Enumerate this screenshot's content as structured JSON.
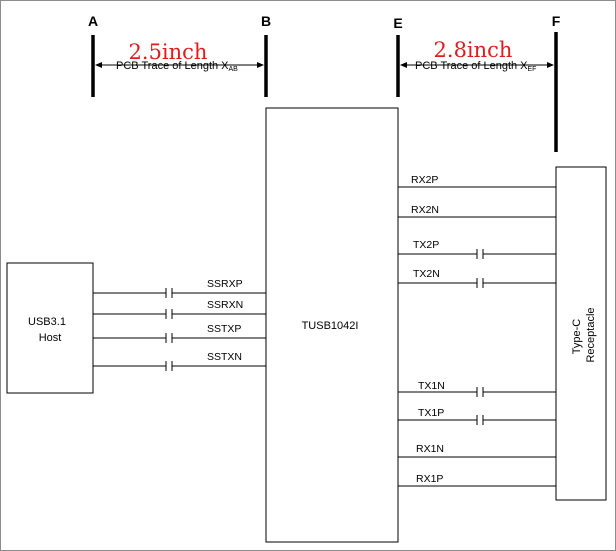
{
  "points": {
    "a": "A",
    "b": "B",
    "e": "E",
    "f": "F"
  },
  "lengths": {
    "ab": "2.5inch",
    "ef": "2.8inch"
  },
  "traces": {
    "ab": {
      "text": "PCB Trace of Length X",
      "subscript": "AB"
    },
    "ef": {
      "text": "PCB Trace of Length X",
      "subscript": "EF"
    }
  },
  "blocks": {
    "host": {
      "line1": "USB3.1",
      "line2": "Host"
    },
    "redriver": "TUSB1042I",
    "receptacle": {
      "line1": "Type-C",
      "line2": "Receptacle"
    }
  },
  "host_signals": [
    "SSRXP",
    "SSRXN",
    "SSTXP",
    "SSTXN"
  ],
  "connector_signals": [
    "RX2P",
    "RX2N",
    "TX2P",
    "TX2N",
    "TX1N",
    "TX1P",
    "RX1N",
    "RX1P"
  ]
}
